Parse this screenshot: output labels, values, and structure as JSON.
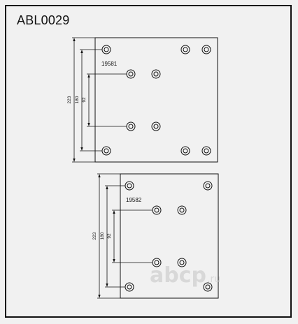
{
  "title": "ABL0029",
  "diagrams": [
    {
      "part_number": "19581",
      "dimensions": {
        "overall": "223",
        "middle": "180",
        "inner": "92"
      },
      "holes": 10
    },
    {
      "part_number": "19582",
      "dimensions": {
        "overall": "223",
        "middle": "180",
        "inner": "92"
      },
      "holes": 8
    }
  ],
  "watermark": {
    "brand": "abcp",
    "suffix": ".ru"
  },
  "colors": {
    "line": "#111111",
    "background": "#f1f1f1",
    "watermark": "#d8d8d8"
  }
}
